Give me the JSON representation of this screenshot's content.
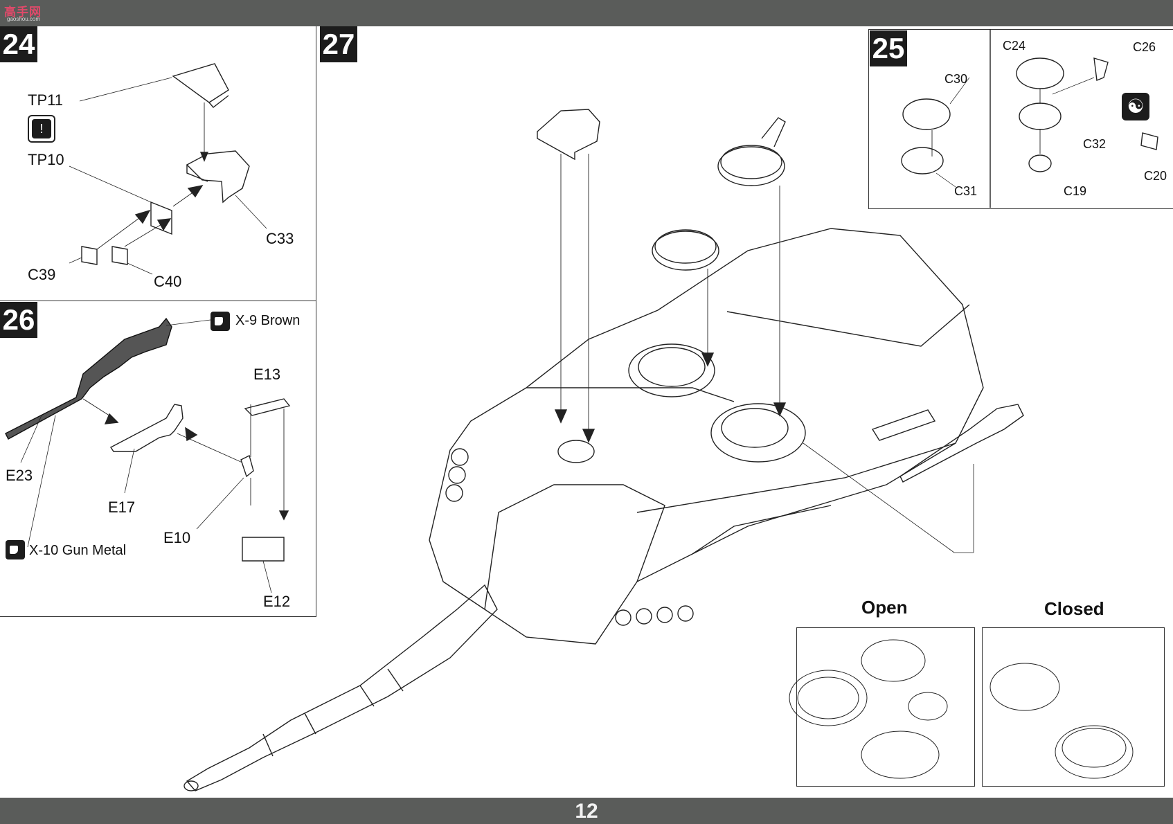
{
  "header": {
    "logo_cn": "高手网",
    "logo_url": "gaoshou.com"
  },
  "page_number": "12",
  "steps": {
    "s24": {
      "number": "24",
      "labels": {
        "tp11": "TP11",
        "tp10": "TP10",
        "c33": "C33",
        "c39": "C39",
        "c40": "C40"
      }
    },
    "s26": {
      "number": "26",
      "labels": {
        "e13": "E13",
        "e23": "E23",
        "e17": "E17",
        "e10": "E10",
        "e12": "E12"
      },
      "paint_brown": "X-9 Brown",
      "paint_gunmetal": "X-10 Gun Metal"
    },
    "s27": {
      "number": "27",
      "state_open": "Open",
      "state_closed": "Closed"
    },
    "s25": {
      "number": "25",
      "labels": {
        "c30": "C30",
        "c31": "C31",
        "c24": "C24",
        "c26": "C26",
        "c32": "C32",
        "c19": "C19",
        "c20": "C20"
      }
    }
  },
  "icons": [
    "warning-icon",
    "paint-icon",
    "yin-yang-icon"
  ]
}
